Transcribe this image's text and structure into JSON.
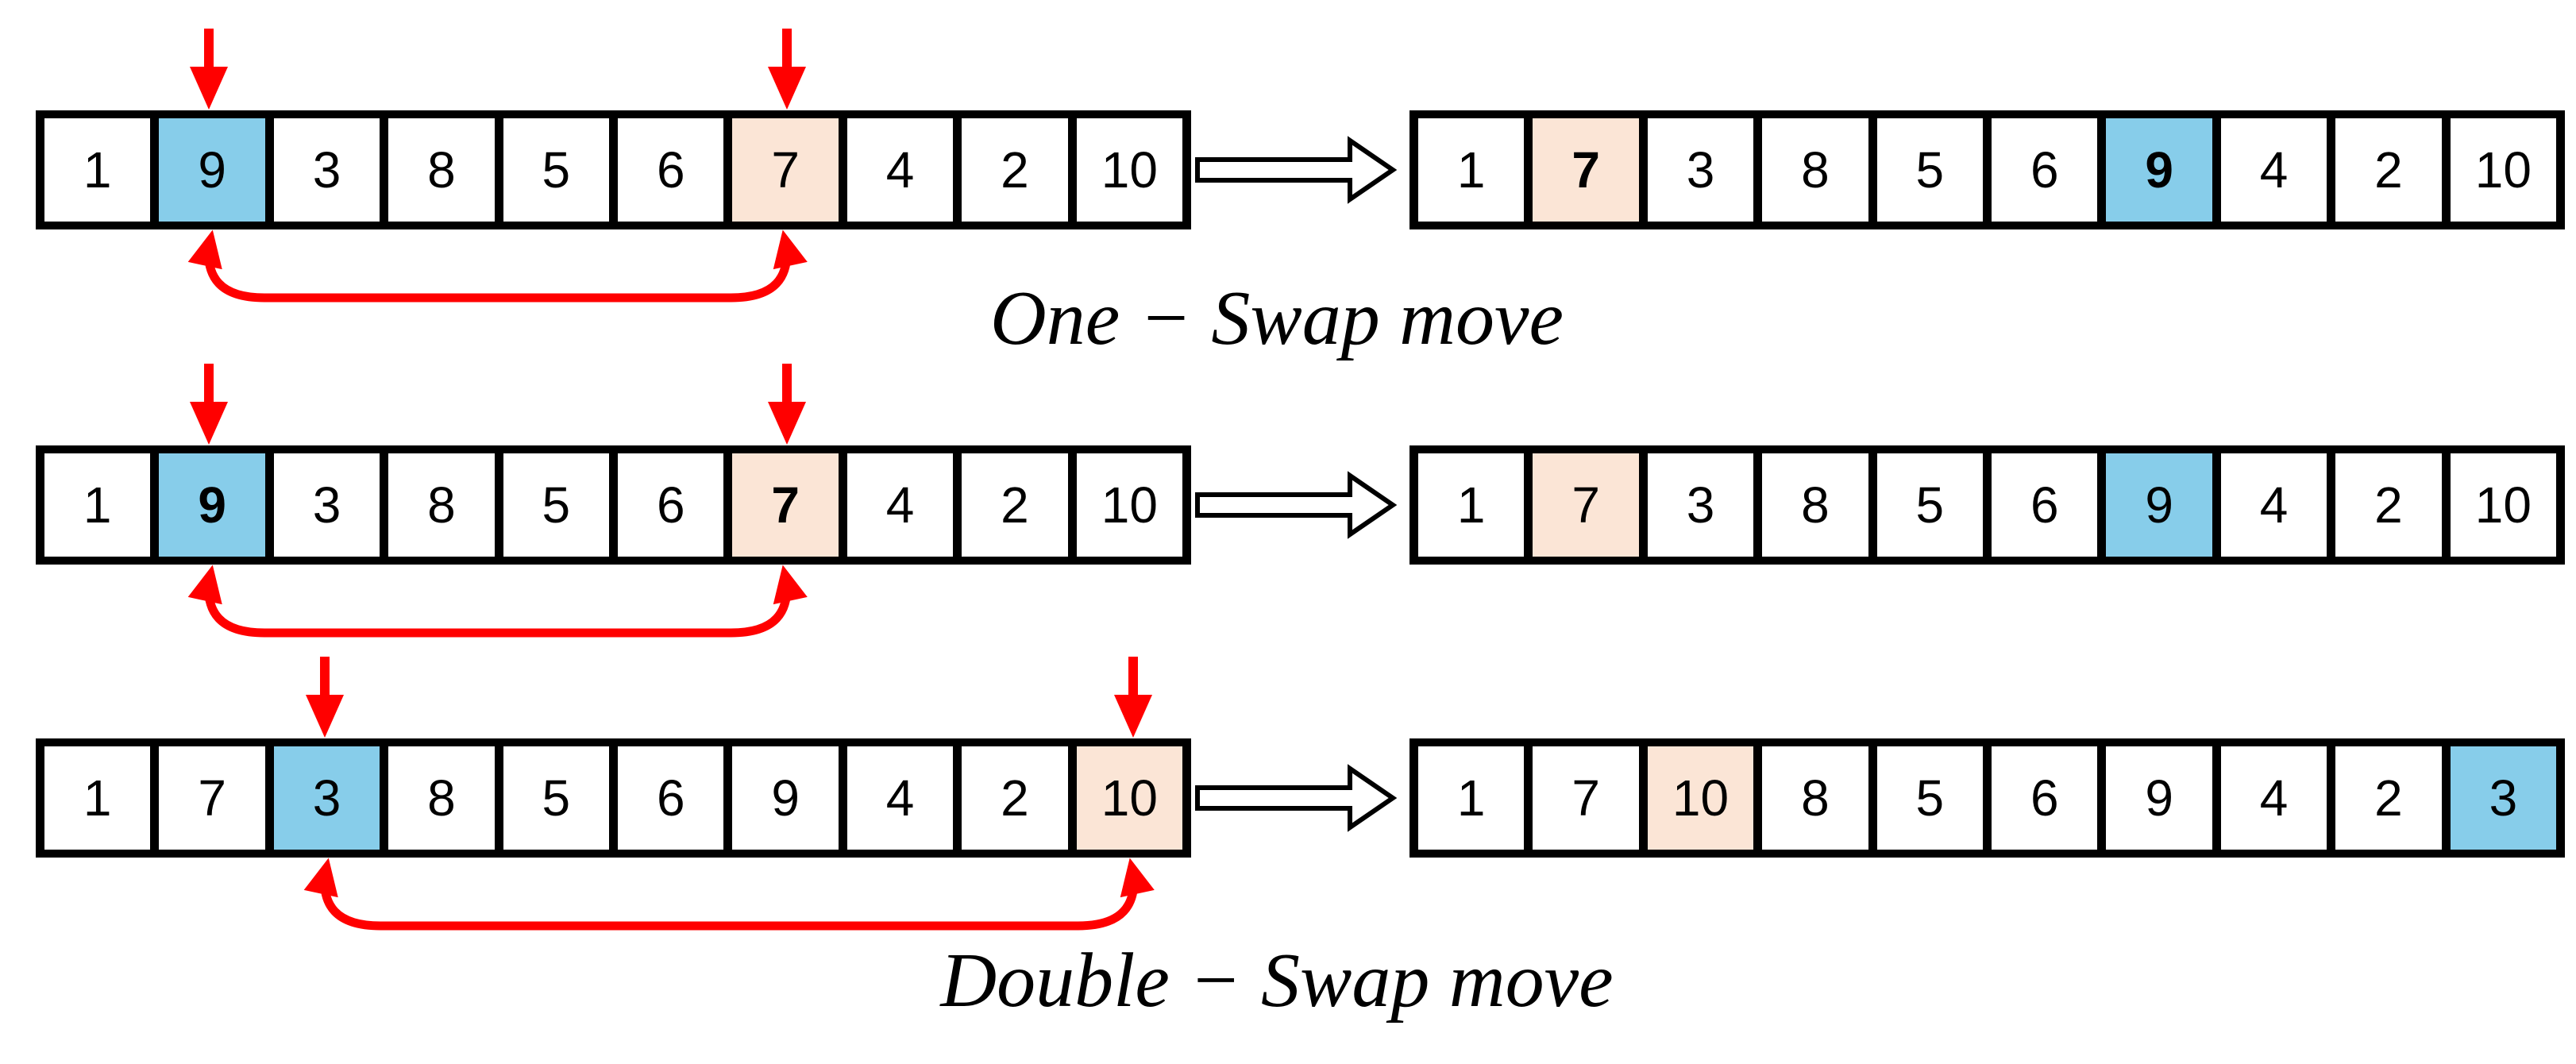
{
  "colors": {
    "highlight_blue": "#87CDEA",
    "highlight_peach": "#FBE5D6",
    "arrow_red": "#FF0000",
    "border_black": "#000000"
  },
  "captions": [
    {
      "text": "One − Swap move"
    },
    {
      "text": "Double − Swap move"
    }
  ],
  "rows": [
    {
      "name": "one-swap-example-1",
      "swap_indices": [
        1,
        6
      ],
      "left": {
        "cells": [
          {
            "v": "1"
          },
          {
            "v": "9",
            "hl": "blue"
          },
          {
            "v": "3"
          },
          {
            "v": "8"
          },
          {
            "v": "5"
          },
          {
            "v": "6"
          },
          {
            "v": "7",
            "hl": "peach"
          },
          {
            "v": "4"
          },
          {
            "v": "2"
          },
          {
            "v": "10"
          }
        ]
      },
      "right": {
        "cells": [
          {
            "v": "1"
          },
          {
            "v": "7",
            "hl": "peach",
            "b": true
          },
          {
            "v": "3"
          },
          {
            "v": "8"
          },
          {
            "v": "5"
          },
          {
            "v": "6"
          },
          {
            "v": "9",
            "hl": "blue",
            "b": true
          },
          {
            "v": "4"
          },
          {
            "v": "2"
          },
          {
            "v": "10"
          }
        ]
      }
    },
    {
      "name": "one-swap-example-2",
      "swap_indices": [
        1,
        6
      ],
      "left": {
        "cells": [
          {
            "v": "1"
          },
          {
            "v": "9",
            "hl": "blue",
            "b": true
          },
          {
            "v": "3"
          },
          {
            "v": "8"
          },
          {
            "v": "5"
          },
          {
            "v": "6"
          },
          {
            "v": "7",
            "hl": "peach",
            "b": true
          },
          {
            "v": "4"
          },
          {
            "v": "2"
          },
          {
            "v": "10"
          }
        ]
      },
      "right": {
        "cells": [
          {
            "v": "1"
          },
          {
            "v": "7",
            "hl": "peach"
          },
          {
            "v": "3"
          },
          {
            "v": "8"
          },
          {
            "v": "5"
          },
          {
            "v": "6"
          },
          {
            "v": "9",
            "hl": "blue"
          },
          {
            "v": "4"
          },
          {
            "v": "2"
          },
          {
            "v": "10"
          }
        ]
      }
    },
    {
      "name": "double-swap-example",
      "swap_indices": [
        2,
        9
      ],
      "left": {
        "cells": [
          {
            "v": "1"
          },
          {
            "v": "7"
          },
          {
            "v": "3",
            "hl": "blue"
          },
          {
            "v": "8"
          },
          {
            "v": "5"
          },
          {
            "v": "6"
          },
          {
            "v": "9"
          },
          {
            "v": "4"
          },
          {
            "v": "2"
          },
          {
            "v": "10",
            "hl": "peach"
          }
        ]
      },
      "right": {
        "cells": [
          {
            "v": "1"
          },
          {
            "v": "7"
          },
          {
            "v": "10",
            "hl": "peach"
          },
          {
            "v": "8"
          },
          {
            "v": "5"
          },
          {
            "v": "6"
          },
          {
            "v": "9"
          },
          {
            "v": "4"
          },
          {
            "v": "2"
          },
          {
            "v": "3",
            "hl": "blue"
          }
        ]
      }
    }
  ]
}
